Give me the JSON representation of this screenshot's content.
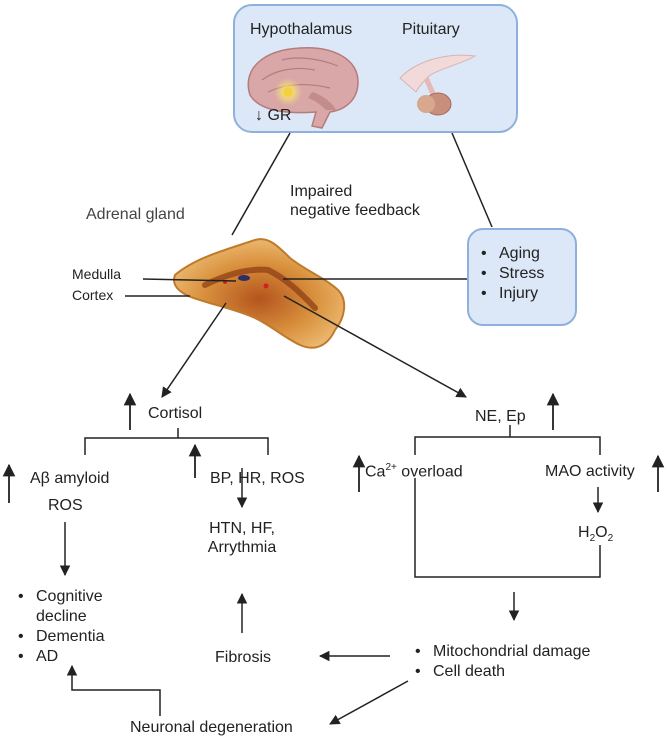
{
  "top_box": {
    "hypothalamus": "Hypothalamus",
    "pituitary": "Pituitary",
    "gr_arrow": "↓",
    "gr": "GR"
  },
  "feedback": {
    "line1": "Impaired",
    "line2": "negative feedback"
  },
  "adrenal": {
    "title": "Adrenal gland",
    "medulla": "Medulla",
    "cortex": "Cortex"
  },
  "risk_box": {
    "items": [
      "Aging",
      "Stress",
      "Injury"
    ]
  },
  "cortisol": {
    "label": "Cortisol"
  },
  "catecholamines": {
    "label": "NE, Ep"
  },
  "abeta": {
    "line1": "Aβ amyloid",
    "line2": "ROS"
  },
  "cardio": {
    "drivers": "BP, HR, ROS",
    "outcome_line1": "HTN, HF,",
    "outcome_line2": "Arrythmia"
  },
  "calcium": {
    "prefix": "Ca",
    "sup": "2+",
    "suffix": " overload"
  },
  "mao": {
    "label": "MAO activity"
  },
  "h2o2": {
    "prefix": "H",
    "sub1": "2",
    "mid": "O",
    "sub2": "2"
  },
  "cognitive": {
    "items": [
      "Cognitive",
      "decline",
      "Dementia",
      "AD"
    ]
  },
  "fibrosis": {
    "label": "Fibrosis"
  },
  "mito": {
    "items": [
      "Mitochondrial damage",
      "Cell death"
    ]
  },
  "neuronal": {
    "label": "Neuronal degeneration"
  },
  "colors": {
    "box_fill": "#dce8f7",
    "box_border": "#8eb1dc",
    "arrow": "#222222",
    "gland": "#d08a3a"
  }
}
